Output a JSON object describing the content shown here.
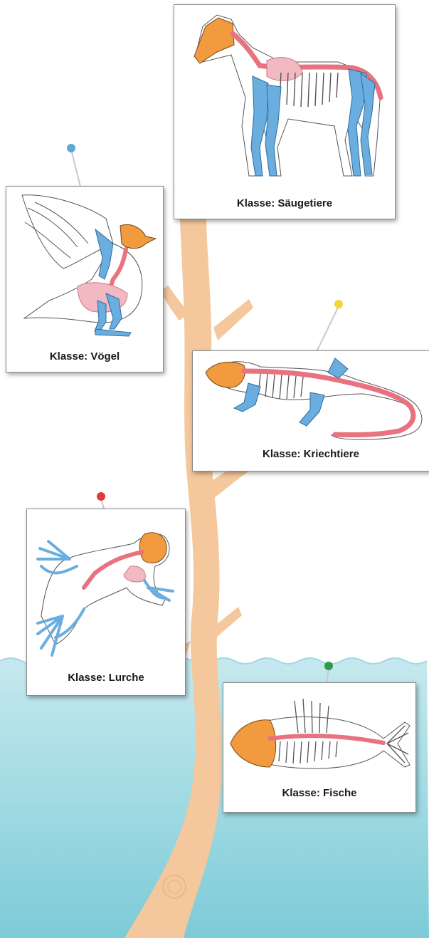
{
  "colors": {
    "water": "#bfe6ec",
    "water_deep": "#8fd3de",
    "trunk": "#f4c79c",
    "bone_blue": "#6aaee0",
    "bone_red": "#e8727f",
    "skull_orange": "#f19a3e",
    "organ_pink": "#f2b9c3"
  },
  "cards": [
    {
      "id": "saeugetiere",
      "caption": "Klasse: Säugetiere",
      "pin_color": "#f3d53a",
      "animal": "horse-skeleton"
    },
    {
      "id": "voegel",
      "caption": "Klasse: Vögel",
      "pin_color": "#5aa8d8",
      "animal": "bird-skeleton"
    },
    {
      "id": "kriechtiere",
      "caption": "Klasse: Kriechtiere",
      "pin_color": "#f3d53a",
      "animal": "lizard-skeleton"
    },
    {
      "id": "lurche",
      "caption": "Klasse: Lurche",
      "pin_color": "#e03a3a",
      "animal": "frog-skeleton"
    },
    {
      "id": "fische",
      "caption": "Klasse: Fische",
      "pin_color": "#2e9a4a",
      "animal": "fish-skeleton"
    }
  ]
}
